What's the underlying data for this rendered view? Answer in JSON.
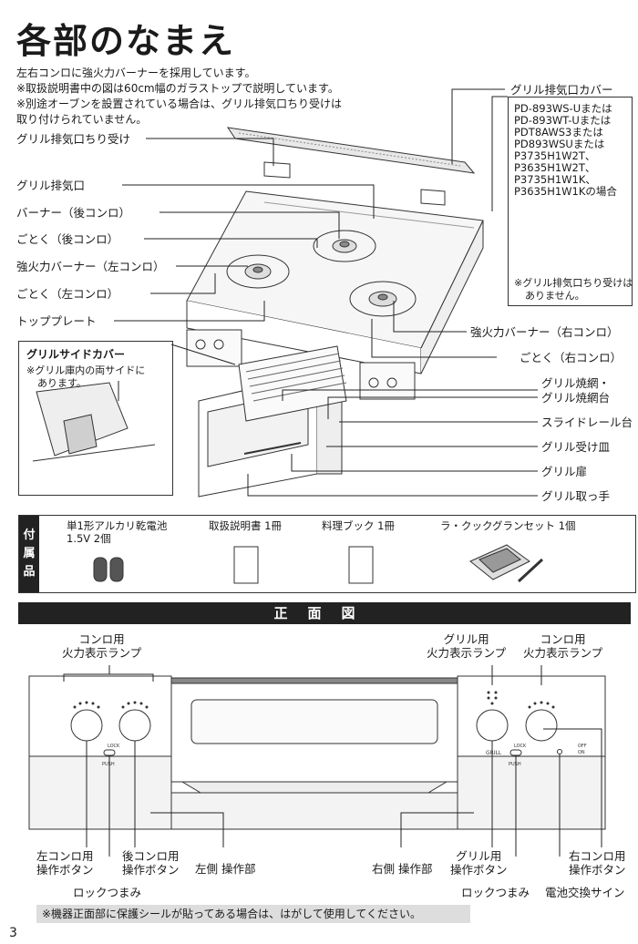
{
  "title": "各部のなまえ",
  "intro": [
    "左右コンロに強火力バーナーを採用しています。",
    "※取扱説明書中の図は60cm幅のガラストップで説明しています。",
    "※別途オーブンを設置されている場合は、グリル排気口ちり受けは",
    "取り付けられていません。"
  ],
  "parts": {
    "grill_dust_tray": "グリル排気口ちり受け",
    "grill_exhaust": "グリル排気口",
    "burner_rear": "バーナー（後コンロ）",
    "trivet_rear": "ごとく（後コンロ）",
    "strong_burner_left": "強火力バーナー（左コンロ）",
    "trivet_left": "ごとく（左コンロ）",
    "top_plate": "トッププレート",
    "grill_exhaust_cover": "グリル排気口カバー",
    "strong_burner_right": "強火力バーナー（右コンロ）",
    "trivet_right": "ごとく（右コンロ）",
    "grill_grate_1": "グリル焼網・",
    "grill_grate_2": "グリル焼網台",
    "slide_rail": "スライドレール台",
    "grill_pan": "グリル受け皿",
    "grill_door": "グリル扉",
    "grill_handle": "グリル取っ手"
  },
  "models": {
    "lines": [
      "PD-893WS-Uまたは",
      "PD-893WT-Uまたは",
      "PDT8AWS3または",
      "PD893WSUまたは",
      "P3735H1W2T、",
      "P3635H1W2T、",
      "P3735H1W1K、",
      "P3635H1W1Kの場合"
    ],
    "note_1": "※グリル排気口ちり受けは",
    "note_2": "ありません。"
  },
  "side_cover": {
    "title": "グリルサイドカバー",
    "note_1": "※グリル庫内の両サイドに",
    "note_2": "あります。"
  },
  "accessories": {
    "tag": [
      "付",
      "属",
      "品"
    ],
    "items": [
      {
        "name_1": "単1形アルカリ乾電池",
        "name_2": "1.5V 2個"
      },
      {
        "name_1": "取扱説明書 1冊",
        "name_2": ""
      },
      {
        "name_1": "料理ブック 1冊",
        "name_2": ""
      },
      {
        "name_1": "ラ・クックグランセット 1個",
        "name_2": ""
      }
    ]
  },
  "front": {
    "heading": "正面図",
    "lamp_left_1": "コンロ用",
    "lamp_left_2": "火力表示ランプ",
    "lamp_grill_1": "グリル用",
    "lamp_grill_2": "火力表示ランプ",
    "lamp_right_1": "コンロ用",
    "lamp_right_2": "火力表示ランプ",
    "btn_left_1": "左コンロ用",
    "btn_left_2": "操作ボタン",
    "btn_rear_1": "後コンロ用",
    "btn_rear_2": "操作ボタン",
    "panel_left": "左側 操作部",
    "panel_right": "右側 操作部",
    "btn_grill_1": "グリル用",
    "btn_grill_2": "操作ボタン",
    "btn_right_1": "右コンロ用",
    "btn_right_2": "操作ボタン",
    "lock_left": "ロックつまみ",
    "lock_right": "ロックつまみ",
    "battery_sign": "電池交換サイン",
    "knob_grill": "GRILL",
    "lock_text": "LOCK",
    "push_text": "PUSH",
    "off_text": "OFF",
    "on_text": "ON"
  },
  "footer_note": "※機器正面部に保護シールが貼ってある場合は、はがして使用してください。",
  "page_number": "3"
}
